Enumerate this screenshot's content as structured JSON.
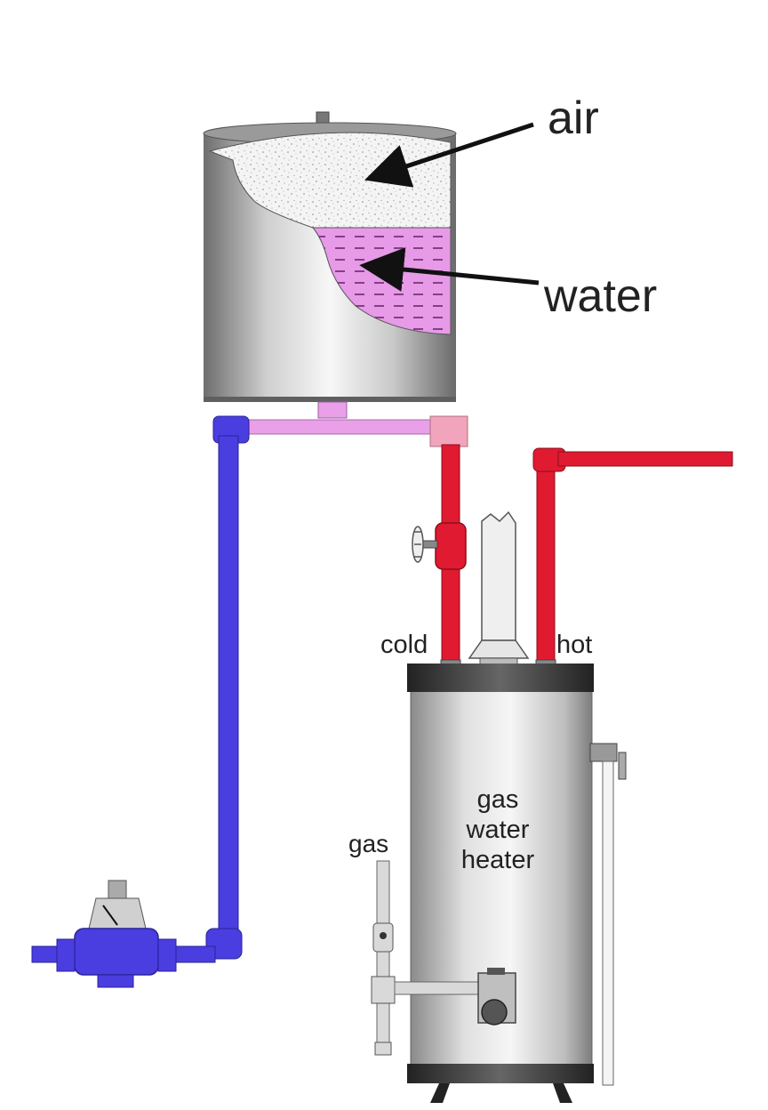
{
  "labels": {
    "air": "air",
    "water": "water",
    "cold": "cold",
    "hot": "hot",
    "gas": "gas",
    "heater_line1": "gas",
    "heater_line2": "water",
    "heater_line3": "heater"
  },
  "colors": {
    "cold_pipe": "#4a3ee0",
    "hot_pipe": "#e01a30",
    "mixed_pipe": "#e9a0e9",
    "water": "#e79ae8",
    "steel_light": "#f2f2f2",
    "steel_dark": "#7a7a7a",
    "gas_pipe": "#d9d9d9"
  }
}
